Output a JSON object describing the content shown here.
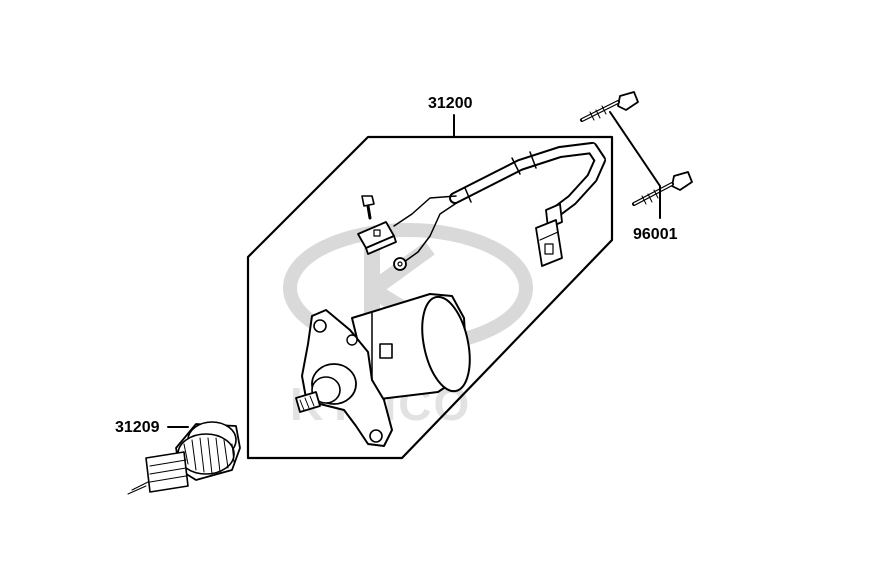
{
  "labels": {
    "starter_assembly": "31200",
    "starter_clutch": "31209",
    "mounting_bolts": "96001"
  },
  "watermark": {
    "brand": "KYMCO"
  },
  "colors": {
    "ink": "#000000",
    "watermark": "#d9d9d9",
    "background": "#ffffff"
  }
}
